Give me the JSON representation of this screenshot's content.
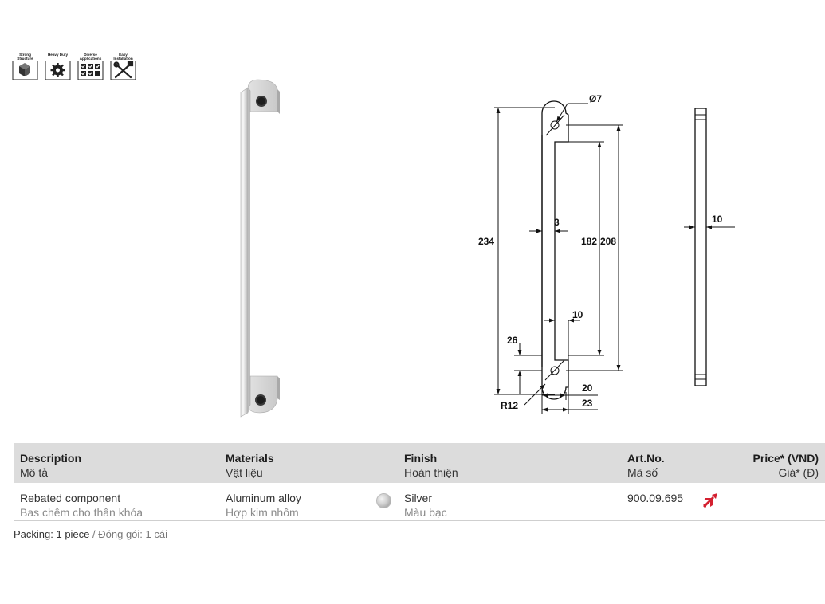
{
  "badges": [
    {
      "label": "Strong Structure",
      "icon": "cube-icon"
    },
    {
      "label": "Heavy Duty",
      "icon": "gear-icon"
    },
    {
      "label": "Diverse Applications",
      "icon": "checklist-icon"
    },
    {
      "label": "Easy Installation",
      "icon": "tools-icon"
    }
  ],
  "dimensions": {
    "hole": "Ø7",
    "total_length": "234",
    "inner_length": "182",
    "hole_spacing": "208",
    "thickness": "3",
    "side_thickness": "10",
    "tab_width": "10",
    "tab_height": "26",
    "radius": "R12",
    "body_width": "20",
    "tab_total_width": "23"
  },
  "table": {
    "headers": {
      "description": {
        "en": "Description",
        "vi": "Mô tả"
      },
      "materials": {
        "en": "Materials",
        "vi": "Vật liệu"
      },
      "finish": {
        "en": "Finish",
        "vi": "Hoàn thiện"
      },
      "artno": {
        "en": "Art.No.",
        "vi": "Mã số"
      },
      "price": {
        "en": "Price* (VND)",
        "vi": "Giá* (Đ)"
      }
    },
    "rows": [
      {
        "description": {
          "en": "Rebated component",
          "vi": "Bas chêm cho thân khóa"
        },
        "materials": {
          "en": "Aluminum alloy",
          "vi": "Hợp kim nhôm"
        },
        "finish": {
          "en": "Silver",
          "vi": "Màu bạc",
          "color": "#c8c8c8"
        },
        "artno": "900.09.695",
        "ship_icon": "airplane-icon",
        "price": ""
      }
    ]
  },
  "packing": {
    "en": "Packing: 1 piece",
    "separator": " / ",
    "vi": "Đóng gói: 1 cái"
  },
  "colors": {
    "header_bg": "#dcdcdc",
    "ship_icon": "#d42030"
  }
}
